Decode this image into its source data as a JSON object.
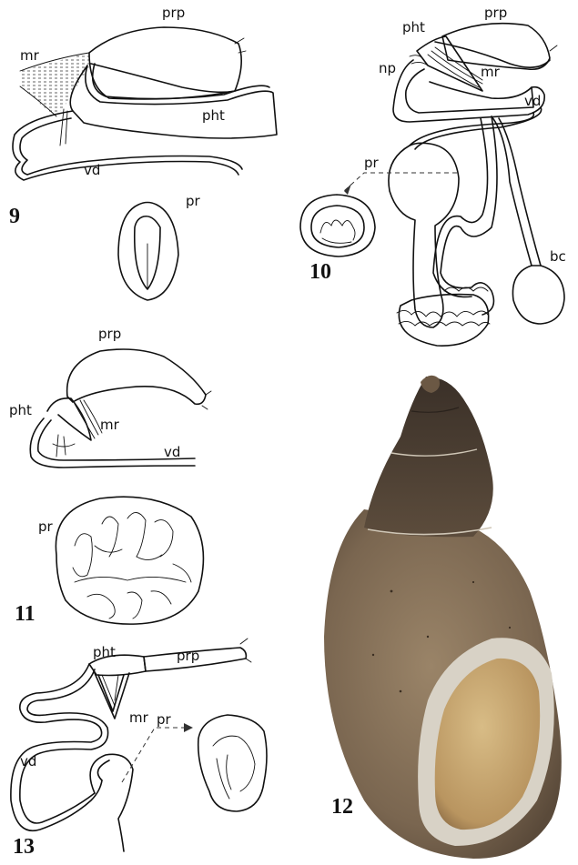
{
  "figures": {
    "f9": {
      "number": "9",
      "labels": {
        "prp": "prp",
        "mr": "mr",
        "pht": "pht",
        "vd": "vd",
        "pr": "pr"
      }
    },
    "f10": {
      "number": "10",
      "labels": {
        "pht": "pht",
        "prp": "prp",
        "np": "np",
        "mr": "mr",
        "vd": "vd",
        "pr": "pr",
        "bc": "bc"
      }
    },
    "f11": {
      "number": "11",
      "labels": {
        "prp": "prp",
        "pht": "pht",
        "mr": "mr",
        "vd": "vd",
        "pr": "pr"
      }
    },
    "f12": {
      "number": "12"
    },
    "f13": {
      "number": "13",
      "labels": {
        "pht": "pht",
        "prp": "prp",
        "mr": "mr",
        "vd": "vd",
        "pr": "pr"
      }
    }
  },
  "colors": {
    "line": "#111111",
    "shell_dark": "#4a3d30",
    "shell_mid": "#7a6650",
    "shell_light": "#9a8468",
    "aperture": "#c9a872",
    "lip": "#d8d2c6"
  }
}
